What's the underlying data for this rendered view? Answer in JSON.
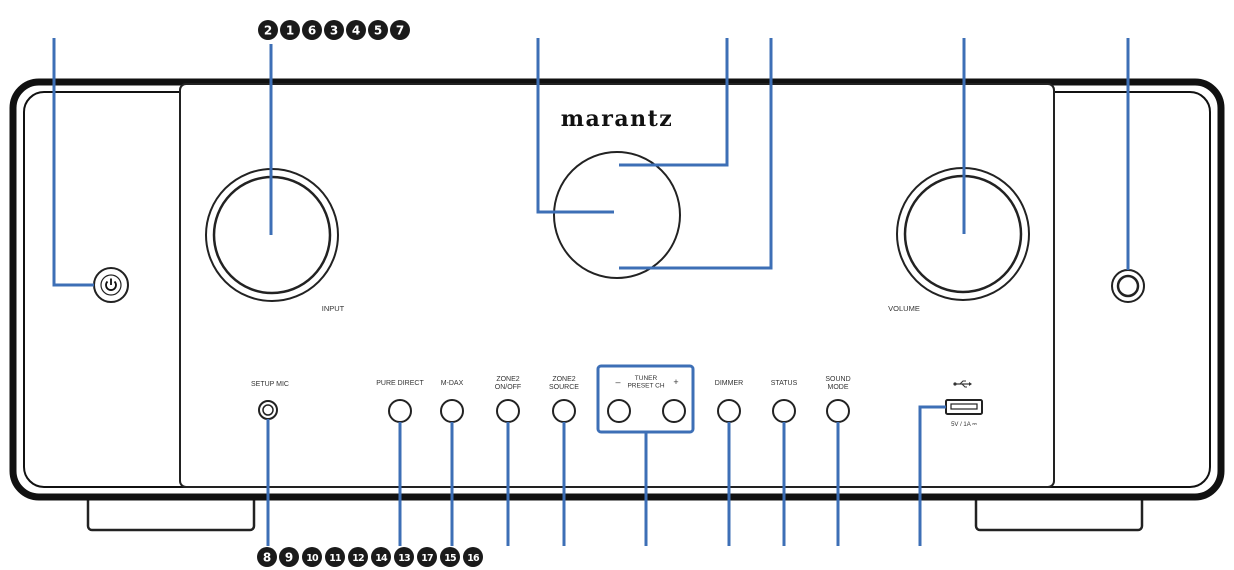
{
  "brand": {
    "logo": "marantz"
  },
  "knobs": {
    "input_label": "INPUT",
    "volume_label": "VOLUME"
  },
  "jacks": {
    "setup_mic_label": "SETUP MIC",
    "usb_rating": "5V / 1A ⎓"
  },
  "buttons": [
    {
      "id": "pure-direct",
      "label_lines": [
        "PURE DIRECT"
      ]
    },
    {
      "id": "m-dax",
      "label_lines": [
        "M-DAX"
      ]
    },
    {
      "id": "zone2-onoff",
      "label_lines": [
        "ZONE2",
        "ON/OFF"
      ]
    },
    {
      "id": "zone2-source",
      "label_lines": [
        "ZONE2",
        "SOURCE"
      ]
    },
    {
      "id": "dimmer",
      "label_lines": [
        "DIMMER"
      ]
    },
    {
      "id": "status",
      "label_lines": [
        "STATUS"
      ]
    },
    {
      "id": "sound-mode",
      "label_lines": [
        "SOUND",
        "MODE"
      ]
    }
  ],
  "tuner_preset": {
    "minus": "–",
    "plus": "+",
    "label_lines": [
      "TUNER",
      "PRESET CH"
    ]
  },
  "callouts": {
    "top": [
      "2",
      "1",
      "6",
      "3",
      "4",
      "5",
      "7"
    ],
    "bottom": [
      "8",
      "9",
      "10",
      "11",
      "12",
      "14",
      "13",
      "17",
      "15",
      "16"
    ]
  },
  "colors": {
    "leader": "#3d6fb6",
    "badge": "#1a1a1a",
    "panel_line": "#222222"
  }
}
